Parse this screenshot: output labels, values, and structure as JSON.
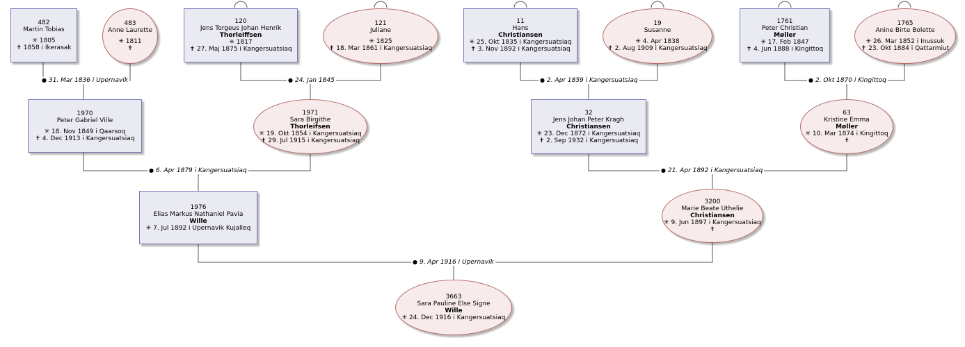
{
  "people": [
    {
      "key": "p482",
      "id": "482",
      "given": "Martin Tobias",
      "surname": "",
      "sex": "m",
      "birth": "✳ 1805",
      "death": "✝ 1858 i  Ikerasak",
      "gap": true
    },
    {
      "key": "p483",
      "id": "483",
      "given": "Anne Laurette",
      "surname": "",
      "sex": "f",
      "birth": "✳ 1811",
      "death": "✝",
      "gap": true
    },
    {
      "key": "p120",
      "id": "120",
      "given": "Jens Torgeus Johan Henrik",
      "surname": "Thorleiffsen",
      "sex": "m",
      "birth": "✳ 1817",
      "death": "✝ 27. Maj 1875 i  Kangersuatsiaq",
      "gap": false
    },
    {
      "key": "p121",
      "id": "121",
      "given": "Juliane",
      "surname": "",
      "sex": "f",
      "birth": "✳ 1825",
      "death": "✝ 18. Mar 1861 i  Kangersuatsiaq",
      "gap": true
    },
    {
      "key": "p11",
      "id": "11",
      "given": "Hans",
      "surname": "Christiansen",
      "sex": "m",
      "birth": "✳ 25. Okt 1835 i  Kangersuatsiaq",
      "death": "✝ 3. Nov 1892 i  Kangersuatsiaq",
      "gap": false
    },
    {
      "key": "p19",
      "id": "19",
      "given": "Susanne",
      "surname": "",
      "sex": "f",
      "birth": "✳ 4. Apr 1838",
      "death": "✝ 2. Aug 1909 i  Kangersuatsiaq",
      "gap": true
    },
    {
      "key": "p1761",
      "id": "1761",
      "given": "Peter Christian",
      "surname": "Møller",
      "sex": "m",
      "birth": "✳ 17. Feb 1847",
      "death": "✝ 4. Jun 1888 i  Kingittoq",
      "gap": false
    },
    {
      "key": "p1765",
      "id": "1765",
      "given": "Anine Birte Bolette",
      "surname": "",
      "sex": "f",
      "birth": "✳ 26. Mar 1852 i  Inussuk",
      "death": "✝ 23. Okt 1884 i  Qattarmiut",
      "gap": true
    },
    {
      "key": "p1970",
      "id": "1970",
      "given": "Peter Gabriel Ville",
      "surname": "",
      "sex": "m",
      "birth": "✳ 18. Nov 1849 i  Qaarsoq",
      "death": "✝ 4. Dec 1913 i  Kangersuatsiaq",
      "gap": true
    },
    {
      "key": "p1971",
      "id": "1971",
      "given": "Sara Birgithe",
      "surname": "Thorleifsen",
      "sex": "f",
      "birth": "✳ 19. Okt 1854 i  Kangersuatsiaq",
      "death": "✝ 29. Jul 1915 i  Kangersuatsiaq",
      "gap": false
    },
    {
      "key": "p32",
      "id": "32",
      "given": "Jens Johan Peter Kragh",
      "surname": "Christiansen",
      "sex": "m",
      "birth": "✳ 23. Dec 1872 i  Kangersuatsiaq",
      "death": "✝ 2. Sep 1932 i  Kangersuatsiaq",
      "gap": false
    },
    {
      "key": "p63",
      "id": "63",
      "given": "Kristine Emma",
      "surname": "Møller",
      "sex": "f",
      "birth": "✳ 10. Mar 1874 i  Kingittoq",
      "death": "✝",
      "gap": false
    },
    {
      "key": "p1976",
      "id": "1976",
      "given": "Elias Markus Nathaniel Pavia",
      "surname": "Wille",
      "sex": "m",
      "birth": "✳ 7. Jul 1892 i  Upernavik Kujalleq",
      "death": "",
      "gap": false
    },
    {
      "key": "p3200",
      "id": "3200",
      "given": "Marie Beate Uthelie",
      "surname": "Christiansen",
      "sex": "f",
      "birth": "✳ 9. Jun 1897 i  Kangersuatsiaq",
      "death": "✝",
      "gap": false
    },
    {
      "key": "p3663",
      "id": "3663",
      "given": "Sara Pauline Else Signe",
      "surname": "Wille",
      "sex": "f",
      "birth": "✳ 24. Dec 1916 i  Kangersuatsiaq",
      "death": "",
      "gap": false
    }
  ],
  "marriages": [
    {
      "key": "m1",
      "text": "31. Mar 1836 i  Upernavik"
    },
    {
      "key": "m2",
      "text": "24. Jan 1845"
    },
    {
      "key": "m3",
      "text": "2. Apr 1859 i  Kangersuatsiaq"
    },
    {
      "key": "m4",
      "text": "2. Okt 1870 i  Kingittoq"
    },
    {
      "key": "m5",
      "text": "6. Apr 1879 i  Kangersuatsiaq"
    },
    {
      "key": "m6",
      "text": "21. Apr 1892 i  Kangersuatsiaq"
    },
    {
      "key": "m7",
      "text": "9. Apr 1916 i  Upernavik"
    }
  ],
  "icons": {
    "birth": "asterisk-birth-icon",
    "death": "cross-death-icon",
    "marriage": "marriage-dot-icon"
  },
  "colors": {
    "male_fill": "#eaeaf3",
    "male_border": "#7a7ab8",
    "female_fill": "#f7ebeb",
    "female_border": "#b56b6b",
    "line": "#555555"
  }
}
